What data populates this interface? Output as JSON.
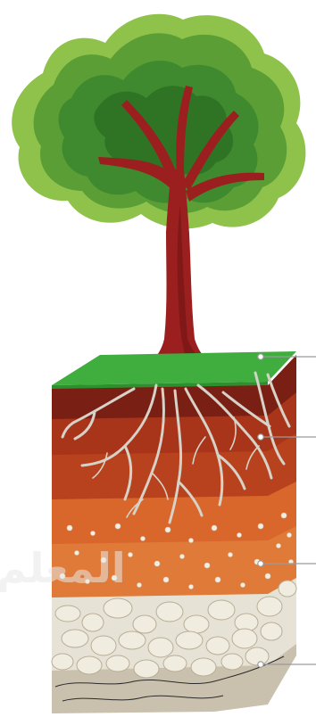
{
  "diagram": {
    "subject": "soil-profile-with-tree",
    "layers": [
      {
        "name": "topsoil-grass",
        "color": "#3fae3f"
      },
      {
        "name": "organic-dark-layer",
        "color": "#7a1f14"
      },
      {
        "name": "subsoil",
        "color": "#b8421d"
      },
      {
        "name": "weathered-rock-layer",
        "color": "#d9662b"
      },
      {
        "name": "bedrock-gravel",
        "color": "#e6e2d6"
      }
    ],
    "label_pointers": 4,
    "watermark_text": "المعلم"
  }
}
